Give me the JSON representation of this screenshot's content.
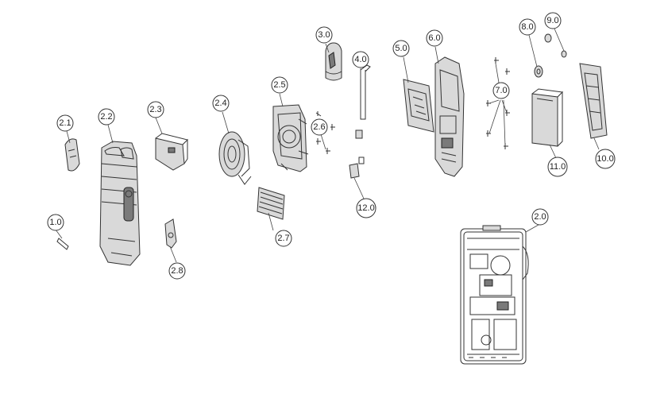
{
  "callouts": [
    {
      "id": "c1-0",
      "label": "1.0"
    },
    {
      "id": "c2-0",
      "label": "2.0"
    },
    {
      "id": "c2-1",
      "label": "2.1"
    },
    {
      "id": "c2-2",
      "label": "2.2"
    },
    {
      "id": "c2-3",
      "label": "2.3"
    },
    {
      "id": "c2-4",
      "label": "2.4"
    },
    {
      "id": "c2-5",
      "label": "2.5"
    },
    {
      "id": "c2-6",
      "label": "2.6"
    },
    {
      "id": "c2-7",
      "label": "2.7"
    },
    {
      "id": "c2-8",
      "label": "2.8"
    },
    {
      "id": "c3-0",
      "label": "3.0"
    },
    {
      "id": "c4-0",
      "label": "4.0"
    },
    {
      "id": "c5-0",
      "label": "5.0"
    },
    {
      "id": "c6-0",
      "label": "6.0"
    },
    {
      "id": "c7-0",
      "label": "7.0"
    },
    {
      "id": "c8-0",
      "label": "8.0"
    },
    {
      "id": "c9-0",
      "label": "9.0"
    },
    {
      "id": "c10-0",
      "label": "10.0"
    },
    {
      "id": "c11-0",
      "label": "11.0"
    },
    {
      "id": "c12-0",
      "label": "12.0"
    }
  ]
}
